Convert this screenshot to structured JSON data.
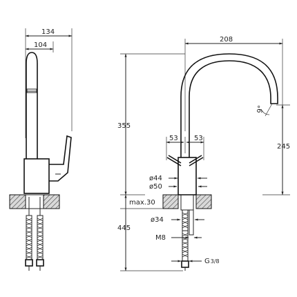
{
  "dimensions": {
    "side_total_width": "134",
    "side_spout_width": "104",
    "body_height": "355",
    "spout_reach": "208",
    "spout_height": "245",
    "lever_left": "53",
    "lever_right": "53",
    "body_diameter": "ø44",
    "base_diameter": "ø50",
    "max_counter_thickness": "max.30",
    "below_counter": "445",
    "mount_diameter": "ø34",
    "stud_thread": "M8",
    "hose_thread_prefix": "G",
    "hose_thread_fraction": "3/8",
    "outlet_angle": "9°"
  },
  "colors": {
    "line": "#222222",
    "hatch": "#555555",
    "background": "#ffffff"
  }
}
